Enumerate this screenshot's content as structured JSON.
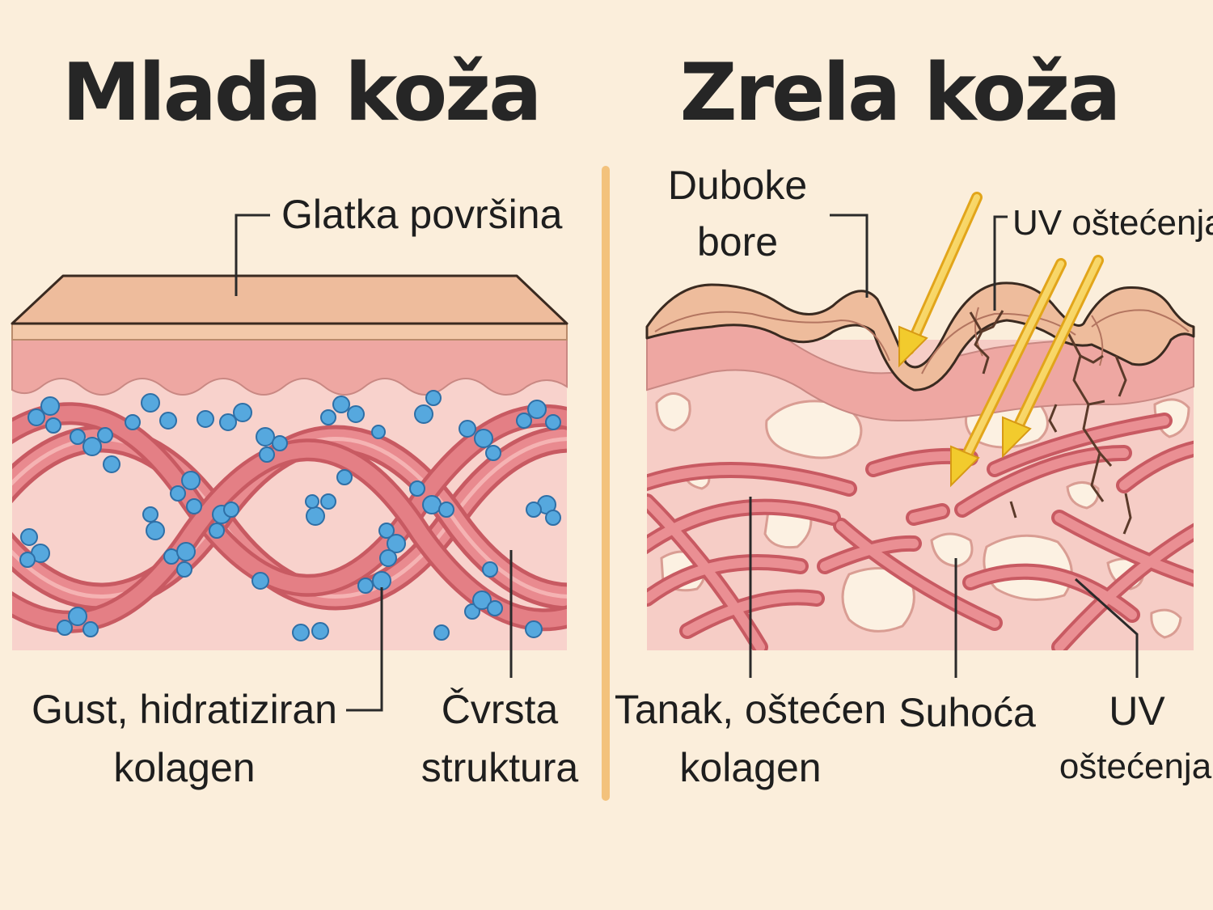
{
  "left_panel": {
    "title": "Mlada koža",
    "labels": {
      "surface": "Glatka površina",
      "collagen_line1": "Gust, hidratiziran",
      "collagen_line2": "kolagen",
      "structure_line1": "Čvrsta",
      "structure_line2": "struktura"
    }
  },
  "right_panel": {
    "title": "Zrela koža",
    "labels": {
      "wrinkles_line1": "Duboke",
      "wrinkles_line2": "bore",
      "uv_top": "UV oštećenja",
      "collagen_line1": "Tanak, oštećen",
      "collagen_line2": "kolagen",
      "dryness": "Suhoća",
      "uv_bottom_line1": "UV",
      "uv_bottom_line2": "oštećenja"
    }
  },
  "colors": {
    "background": "#fbeedb",
    "epidermis_top": "#eebc9c",
    "dermis": "#eea7a2",
    "dermis_light": "#f8d2cc",
    "collagen": "#e2787d",
    "molecule": "#56a8de",
    "divider": "#f3c27c",
    "uv_arrow": "#f2cb2d",
    "void": "#fcf1e2"
  }
}
